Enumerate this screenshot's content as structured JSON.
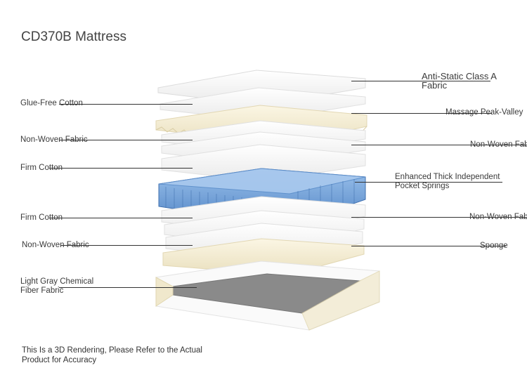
{
  "title": "CD370B Mattress",
  "left_labels": [
    "Glue-Free Cotton",
    "Non-Woven Fabric",
    "Firm Cotton",
    "Firm Cotton",
    "Non-Woven Fabric",
    "Light Gray Chemical Fiber Fabric"
  ],
  "right_labels": [
    "Anti-Static Class A Fabric",
    "Massage Peak-Valley",
    "Non-Woven Fab",
    "Enhanced Thick Independent Pocket Springs",
    "Non-Woven Fab",
    "Sponge"
  ],
  "note": "This Is a 3D Rendering, Please Refer to the Actual Product for Accuracy",
  "colors": {
    "foam_cream": "#f3ecd2",
    "spring_blue": "#6f9fd6",
    "layer_white": "#f4f4f4",
    "base_gray": "#8a8a8a"
  }
}
